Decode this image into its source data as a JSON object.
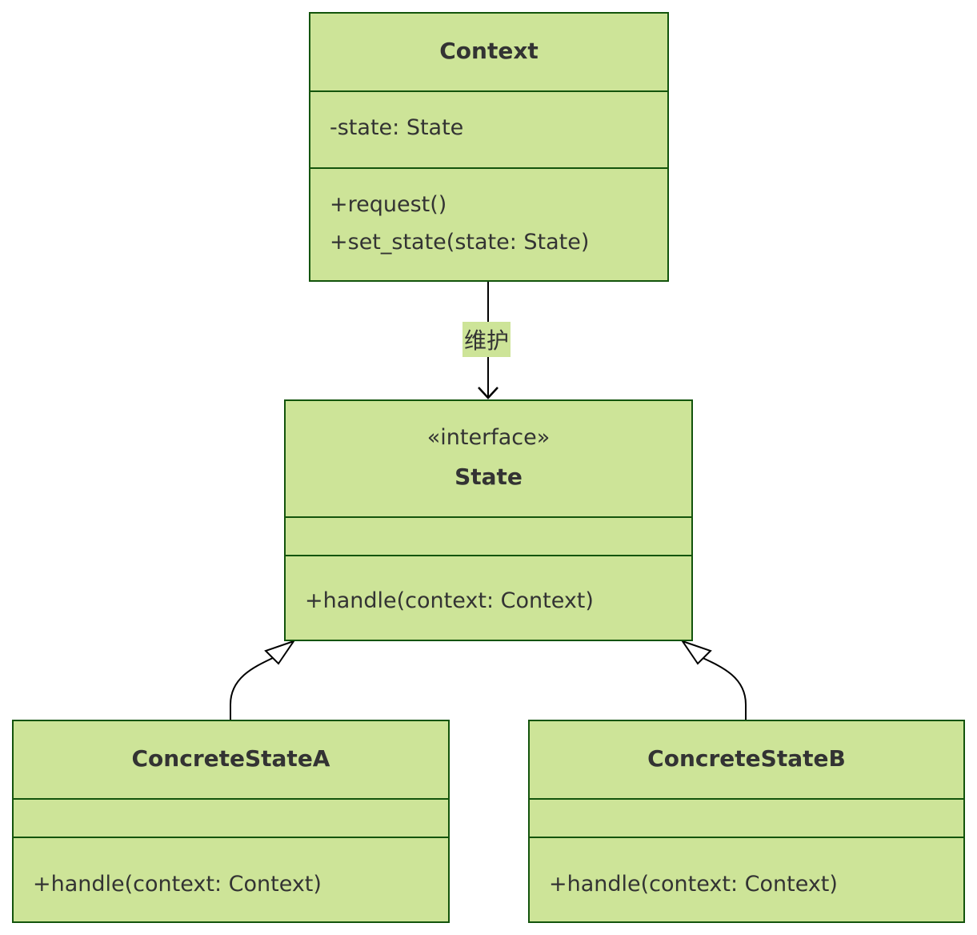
{
  "colors": {
    "class_fill": "#cde498",
    "class_border": "#13540c",
    "text": "#333333",
    "edge": "#000000"
  },
  "classes": {
    "context": {
      "name": "Context",
      "attributes": [
        "-state: State"
      ],
      "methods": [
        "+request()",
        "+set_state(state: State)"
      ]
    },
    "state": {
      "stereotype": "«interface»",
      "name": "State",
      "methods": [
        "+handle(context: Context)"
      ]
    },
    "concrete_a": {
      "name": "ConcreteStateA",
      "methods": [
        "+handle(context: Context)"
      ]
    },
    "concrete_b": {
      "name": "ConcreteStateB",
      "methods": [
        "+handle(context: Context)"
      ]
    }
  },
  "relations": {
    "context_state": {
      "label": "维护",
      "type": "association"
    },
    "a_state": {
      "type": "realization"
    },
    "b_state": {
      "type": "realization"
    }
  }
}
